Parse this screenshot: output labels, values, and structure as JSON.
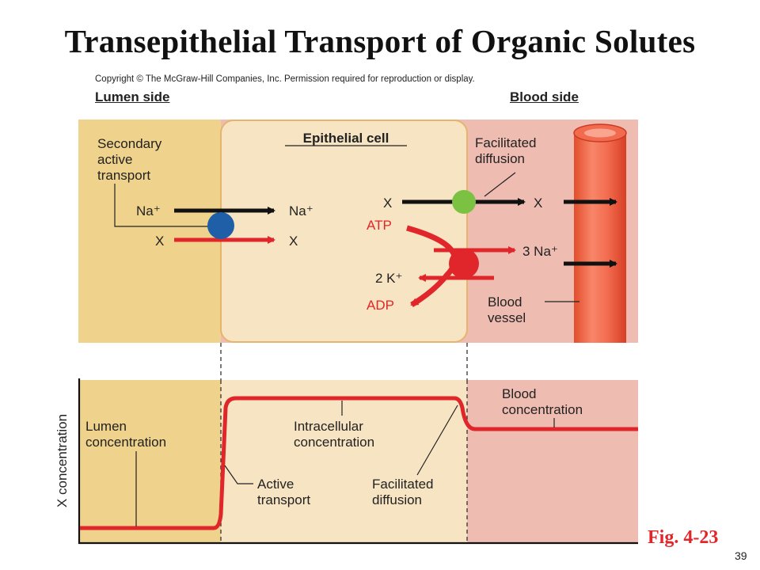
{
  "title": "Transepithelial Transport of Organic Solutes",
  "copyright": "Copyright © The McGraw-Hill Companies, Inc. Permission required for reproduction or display.",
  "sides": {
    "lumen": "Lumen side",
    "blood": "Blood side"
  },
  "top_panel": {
    "cell_title": "Epithelial cell",
    "secondary": [
      "Secondary",
      "active",
      "transport"
    ],
    "facilitated": [
      "Facilitated",
      "diffusion"
    ],
    "na_in": "Na⁺",
    "na_out": "Na⁺",
    "x_in": "X",
    "x_out": "X",
    "x_baso": "X",
    "x_blood": "X",
    "atp": "ATP",
    "adp": "ADP",
    "na3": "3 Na⁺",
    "k2": "2 K⁺",
    "blood_vessel": [
      "Blood",
      "vessel"
    ]
  },
  "bottom_panel": {
    "y_axis": "X concentration",
    "lumen_conc": [
      "Lumen",
      "concentration"
    ],
    "intra_conc": [
      "Intracellular",
      "concentration"
    ],
    "blood_conc": [
      "Blood",
      "concentration"
    ],
    "active": [
      "Active",
      "transport"
    ],
    "facil": [
      "Facilitated",
      "diffusion"
    ]
  },
  "colors": {
    "lumen_bg": "#efd28b",
    "cell_bg": "#f7e4c2",
    "blood_bg": "#efbcb2",
    "arrow_red": "#e0262a",
    "symporter": "#1f5fa8",
    "uniporter": "#7cc242"
  },
  "fig_label": "Fig. 4-23",
  "page_number": "39"
}
